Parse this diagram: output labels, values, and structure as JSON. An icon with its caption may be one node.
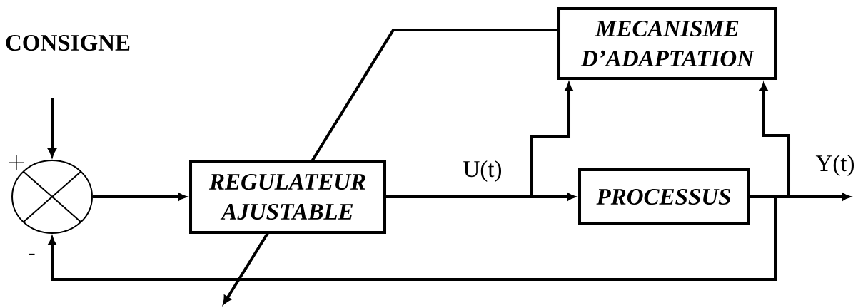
{
  "diagram": {
    "nodes": [
      {
        "text": [
          "CONSIGNE"
        ]
      },
      {
        "text": [],
        "shape": "circle"
      },
      {
        "text": [
          "REGULATEUR AJUSTABLE"
        ]
      },
      {
        "text": [
          "MECANISME D’ADAPTATION"
        ]
      },
      {
        "text": [
          "PROCESSUS"
        ]
      }
    ],
    "edges": [
      {
        "from": 0,
        "to": 1,
        "arrow": "to"
      },
      {
        "from": 1,
        "to": 2,
        "arrow": "to"
      },
      {
        "from": 2,
        "to": 4,
        "arrow": "to",
        "label": "U(t)"
      },
      {
        "from": 2,
        "to": 3,
        "arrow": "to"
      },
      {
        "from": 4,
        "to": 3,
        "arrow": "to"
      },
      {
        "from": 4,
        "to": null,
        "arrow": "to",
        "label": "Y(t)"
      },
      {
        "from": 4,
        "to": 1,
        "arrow": "to"
      },
      {
        "from": 3,
        "to": null,
        "arrow": "to"
      }
    ],
    "labels": [
      "+",
      "-"
    ]
  }
}
